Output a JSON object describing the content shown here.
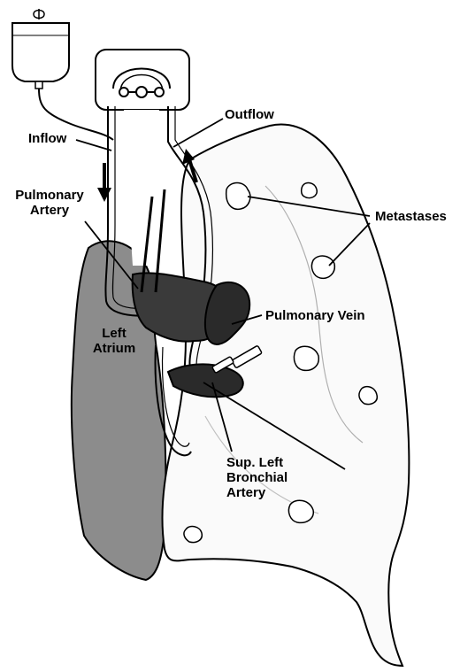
{
  "labels": {
    "inflow": "Inflow",
    "outflow": "Outflow",
    "pulmonary_artery_line1": "Pulmonary",
    "pulmonary_artery_line2": "Artery",
    "metastases": "Metastases",
    "pulmonary_vein": "Pulmonary Vein",
    "left_atrium_line1": "Left",
    "left_atrium_line2": "Atrium",
    "bronchial_line1": "Sup. Left",
    "bronchial_line2": "Bronchial",
    "bronchial_line3": "Artery"
  },
  "colors": {
    "ink": "#000000",
    "left_atrium_fill": "#8c8c8c",
    "vessel_fill": "#3a3a3a",
    "lung_fill": "#fafafa"
  }
}
